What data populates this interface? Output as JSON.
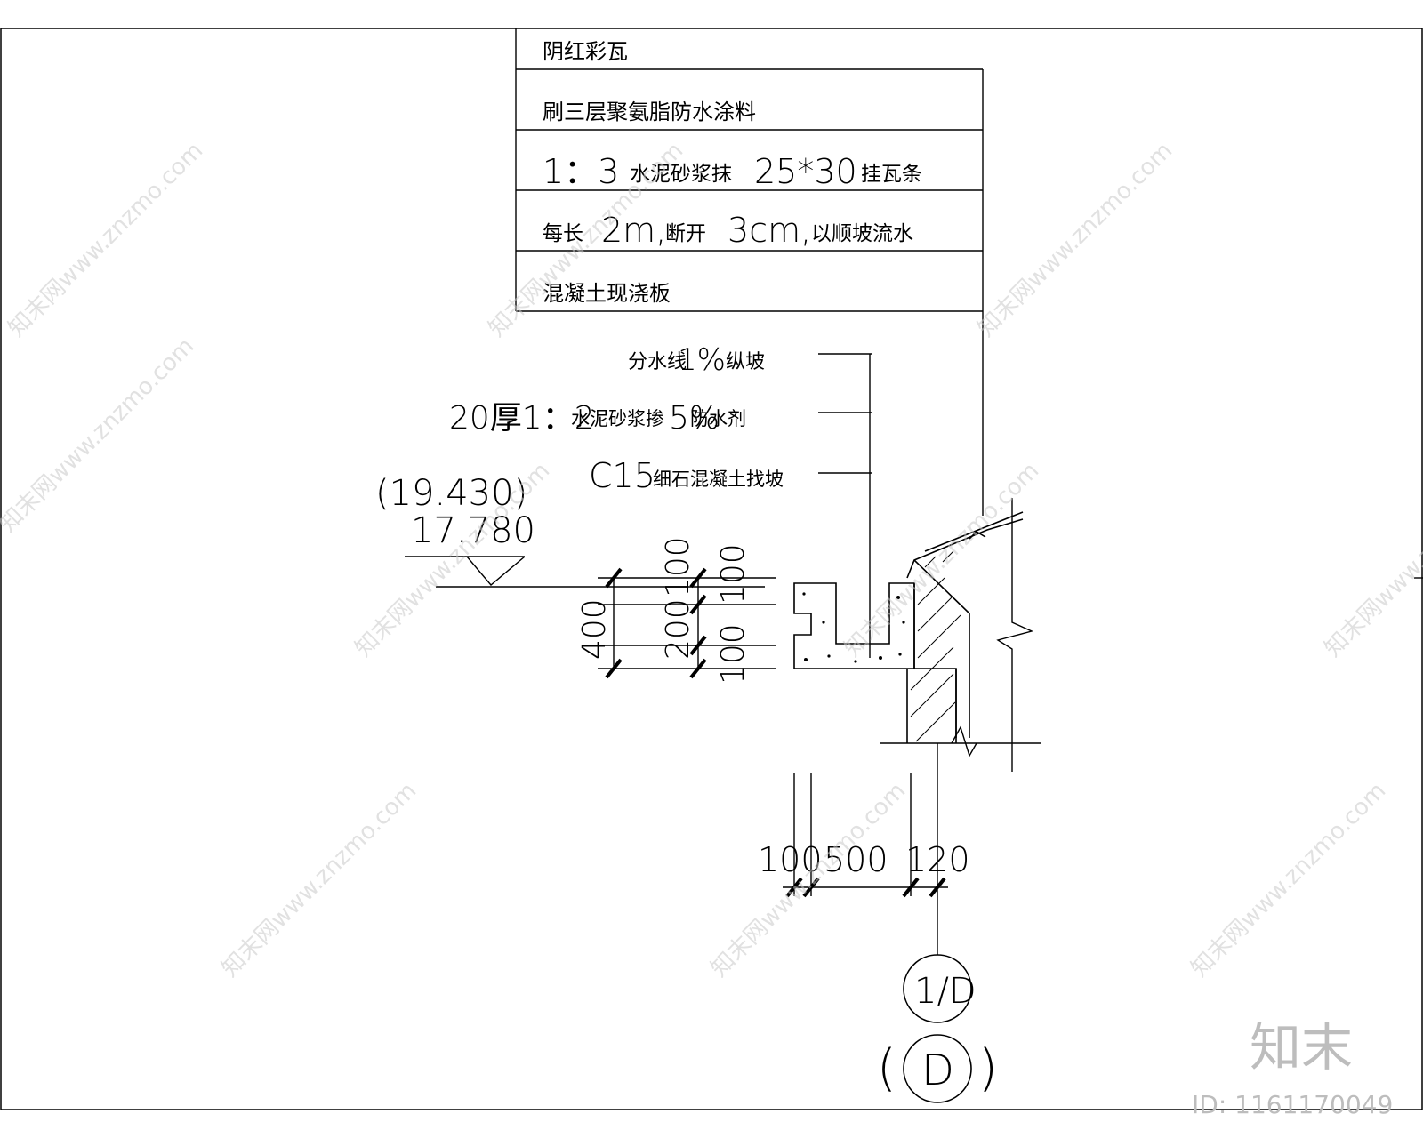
{
  "layers": {
    "l1": "阴红彩瓦",
    "l2": "刷三层聚氨脂防水涂料",
    "l3a": "1：3",
    "l3b": "水泥砂浆抹",
    "l3c": "25*30",
    "l3d": "挂瓦条",
    "l4a": "每长",
    "l4b": "2m,",
    "l4c": "断开",
    "l4d": "3cm,",
    "l4e": "以顺坡流水",
    "l5": "混凝土现浇板"
  },
  "notes": {
    "n1a": "分水线",
    "n1b": "1%",
    "n1c": "纵坡",
    "n2a": "20厚1：2",
    "n2b": "水泥砂浆掺",
    "n2c": "5%",
    "n2d": "防水剂",
    "n3a": "C15",
    "n3b": "细石混凝土找坡"
  },
  "elevation": {
    "upper": "(19.430)",
    "lower": "17.780"
  },
  "dims": {
    "h400": "400",
    "h200": "200",
    "h100a": "100",
    "h100b": "100",
    "h100c": "100",
    "w100": "100",
    "w500": "500",
    "w120": "120"
  },
  "axis": {
    "top": "1/D",
    "bottom": "D",
    "open_paren": "(",
    "close_paren": ")"
  },
  "watermark": {
    "text": "知末网www.znzmo.com",
    "brand": "知末",
    "id": "ID: 1161170049"
  }
}
